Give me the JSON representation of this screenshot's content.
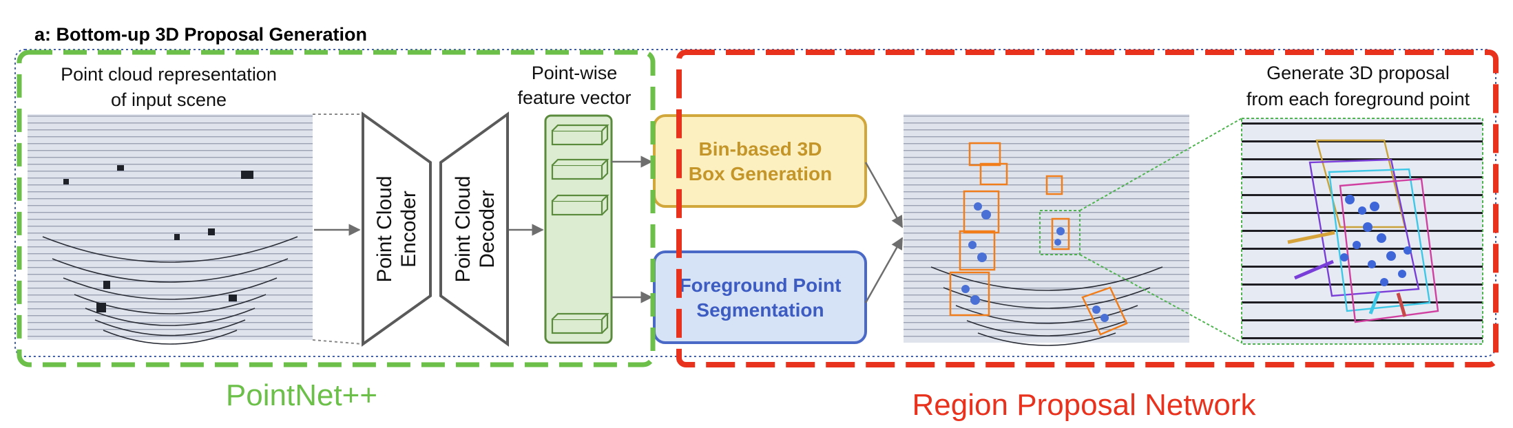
{
  "header": {
    "title": "a: Bottom-up 3D Proposal Generation"
  },
  "input_scene": {
    "caption_line1": "Point cloud representation",
    "caption_line2": "of input scene"
  },
  "encoder": {
    "label_line1": "Point Cloud",
    "label_line2": "Encoder"
  },
  "decoder": {
    "label_line1": "Point Cloud",
    "label_line2": "Decoder"
  },
  "feature_vector": {
    "caption_line1": "Point-wise",
    "caption_line2": "feature vector"
  },
  "bin_box": {
    "label_line1": "Bin-based 3D",
    "label_line2": "Box Generation"
  },
  "fg_seg": {
    "label_line1": "Foreground Point",
    "label_line2": "Segmentation"
  },
  "proposal_zoom": {
    "caption_line1": "Generate 3D proposal",
    "caption_line2": "from each foreground point"
  },
  "groups": {
    "pointnet_label": "PointNet++",
    "rpn_label": "Region Proposal Network"
  },
  "colors": {
    "pointnet_green": "#6cc04a",
    "rpn_red": "#e8321e",
    "bin_box_fill": "#fcefc0",
    "bin_box_stroke": "#d1a63a",
    "seg_fill": "#d6e2f6",
    "seg_stroke": "#4a68c6",
    "feature_fill": "#dcecd0",
    "feature_stroke": "#5a8a3c",
    "proposal_orange": "#f07d1a"
  }
}
